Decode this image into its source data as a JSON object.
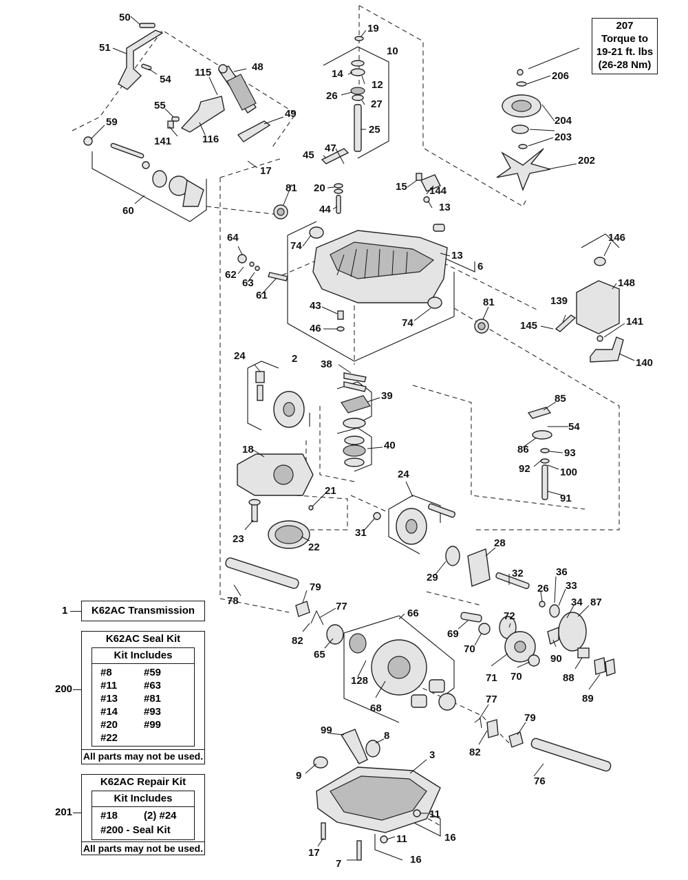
{
  "callouts": {
    "c50": "50",
    "c51": "51",
    "c54a": "54",
    "c48": "48",
    "c115": "115",
    "c55": "55",
    "c141a": "141",
    "c116": "116",
    "c49": "49",
    "c17a": "17",
    "c59": "59",
    "c60": "60",
    "c19": "19",
    "c10": "10",
    "c14": "14",
    "c12": "12",
    "c26a": "26",
    "c27": "27",
    "c25": "25",
    "c45": "45",
    "c47": "47",
    "c20": "20",
    "c44": "44",
    "c15": "15",
    "c144": "144",
    "c13a": "13",
    "c81a": "81",
    "c64": "64",
    "c62": "62",
    "c63": "63",
    "c61": "61",
    "c74a": "74",
    "c13b": "13",
    "c6": "6",
    "c43": "43",
    "c46": "46",
    "c74b": "74",
    "c81b": "81",
    "c2": "2",
    "c206": "206",
    "c204": "204",
    "c203": "203",
    "c202": "202",
    "c146": "146",
    "c148": "148",
    "c145": "145",
    "c139": "139",
    "c141b": "141",
    "c140": "140",
    "c24a": "24",
    "c38": "38",
    "c39": "39",
    "c40": "40",
    "c18": "18",
    "c21": "21",
    "c23": "23",
    "c22": "22",
    "c85": "85",
    "c54b": "54",
    "c86": "86",
    "c93": "93",
    "c92": "92",
    "c100": "100",
    "c91": "91",
    "c24b": "24",
    "c31": "31",
    "c28": "28",
    "c29": "29",
    "c32": "32",
    "c36": "36",
    "c26b": "26",
    "c33": "33",
    "c34": "34",
    "c87": "87",
    "c78": "78",
    "c79a": "79",
    "c77a": "77",
    "c82a": "82",
    "c65": "65",
    "c66": "66",
    "c69": "69",
    "c72": "72",
    "c70a": "70",
    "c71": "71",
    "c70b": "70",
    "c90": "90",
    "c88": "88",
    "c89": "89",
    "c128": "128",
    "c68": "68",
    "c77b": "77",
    "c82b": "82",
    "c79b": "79",
    "c76": "76",
    "c99": "99",
    "c8": "8",
    "c3": "3",
    "c9": "9",
    "c11a": "11",
    "c11b": "11",
    "c16a": "16",
    "c16b": "16",
    "c17b": "17",
    "c7": "7"
  },
  "torque_note": {
    "number": "207",
    "line1": "Torque to",
    "line2": "19-21 ft. lbs",
    "line3": "(26-28 Nm)"
  },
  "transmission": {
    "ref": "1",
    "title": "K62AC Transmission"
  },
  "seal_kit": {
    "ref": "200",
    "title": "K62AC Seal Kit",
    "includes_label": "Kit Includes",
    "items": [
      "#8",
      "#59",
      "#11",
      "#63",
      "#13",
      "#81",
      "#14",
      "#93",
      "#20",
      "#99",
      "#22",
      ""
    ],
    "note": "All parts may not be used."
  },
  "repair_kit": {
    "ref": "201",
    "title": "K62AC Repair Kit",
    "includes_label": "Kit Includes",
    "items": [
      "#18",
      "(2) #24",
      "#200 - Seal Kit",
      ""
    ],
    "note": "All parts may not be used."
  },
  "colors": {
    "line": "#111111",
    "part_fill": "#e4e4e4",
    "shade": "#bcbcbc"
  }
}
